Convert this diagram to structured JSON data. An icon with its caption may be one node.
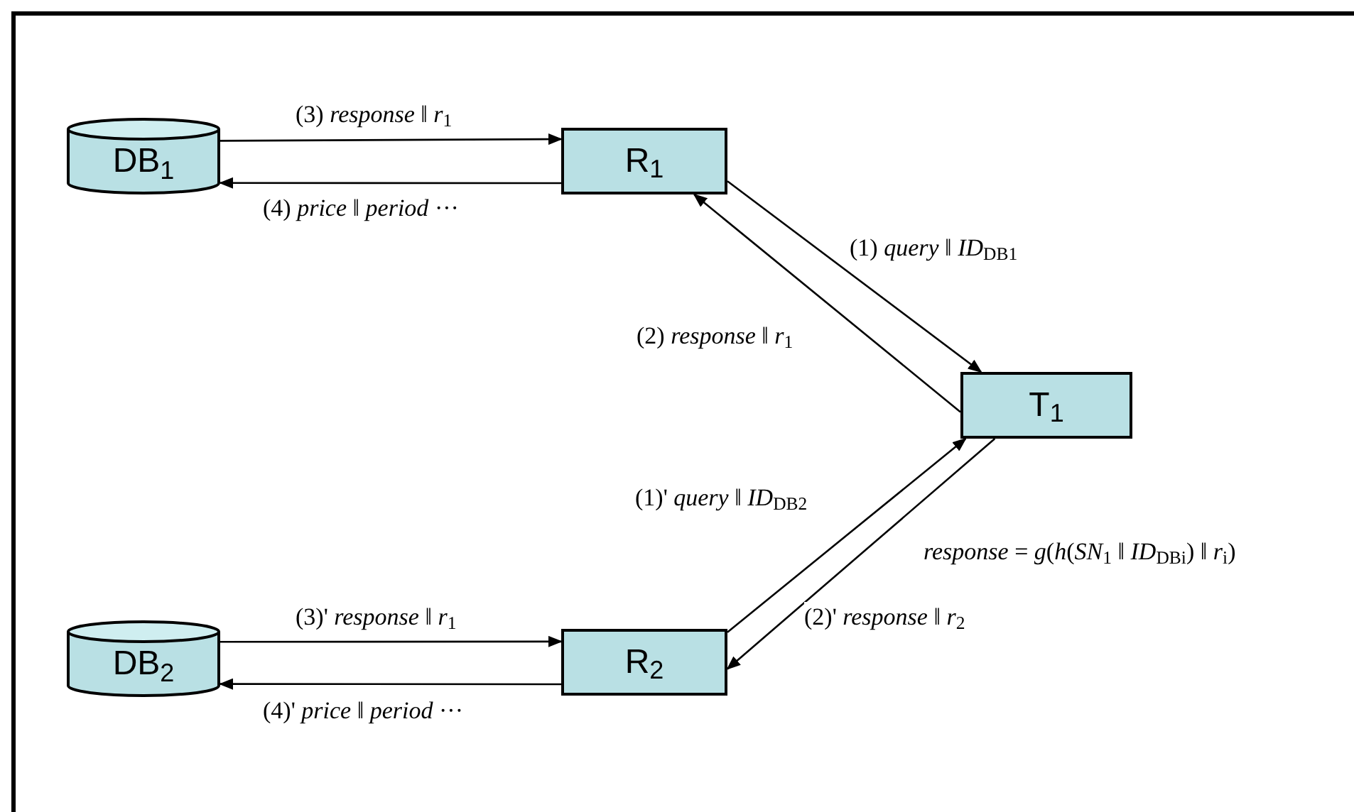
{
  "diagram": {
    "nodes": [
      {
        "text": [
          "DB$_{1}$"
        ]
      },
      {
        "text": [
          "R$_{1}$"
        ]
      },
      {
        "text": [
          "T$_{1}$"
        ]
      },
      {
        "text": [
          "DB$_{2}$"
        ]
      },
      {
        "text": [
          "R$_{2}$"
        ]
      }
    ],
    "edges": [
      {
        "from": 0,
        "to": 1,
        "arrow": "to",
        "label": "(3) *response* ‖ *r*$_{1}$"
      },
      {
        "from": 1,
        "to": 0,
        "arrow": "to",
        "label": "(4) *price* ‖ *period* ···"
      },
      {
        "from": 1,
        "to": 2,
        "arrow": "to",
        "label": "(1) *query* ‖ *ID*$_{DB1}$"
      },
      {
        "from": 2,
        "to": 1,
        "arrow": "to",
        "label": "(2) *response* ‖ *r*$_{1}$"
      },
      {
        "from": 4,
        "to": 2,
        "arrow": "to",
        "label": "(1)' *query* ‖ *ID*$_{DB2}$"
      },
      {
        "from": 2,
        "to": 4,
        "arrow": "to",
        "label": "(2)' *response* ‖ *r*$_{2}$"
      },
      {
        "from": 3,
        "to": 4,
        "arrow": "to",
        "label": "(3)' *response* ‖ *r*$_{1}$"
      },
      {
        "from": 4,
        "to": 3,
        "arrow": "to",
        "label": "(4)' *price* ‖ *period* ···"
      }
    ],
    "labels": [
      "*response* = *g*(*h*(*SN*$_{1}$ ‖ *ID*$_{DBi}$) ‖ *r*$_{i}$)"
    ]
  }
}
